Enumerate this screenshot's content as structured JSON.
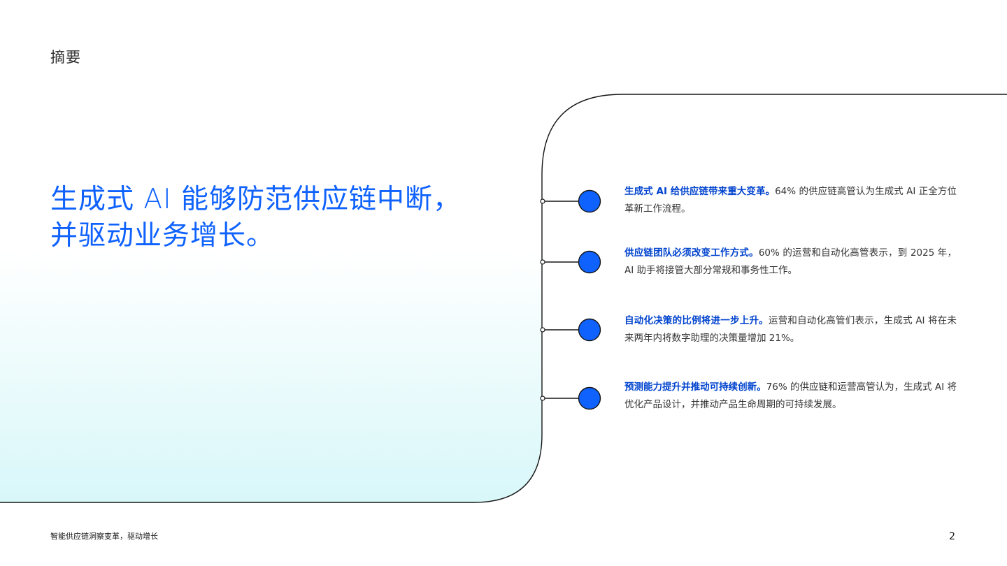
{
  "page": {
    "section_label": "摘要",
    "headline": {
      "line1": "生成式 AI 能够防范供应链中断，",
      "line2": "并驱动业务增长。"
    },
    "findings": [
      {
        "lead": "生成式 AI 给供应链带来重大变革。",
        "body": "64% 的供应链高管认为生成式 AI 正全方位革新工作流程。"
      },
      {
        "lead": "供应链团队必须改变工作方式。",
        "body": "60% 的运营和自动化高管表示，到 2025 年，AI 助手将接管大部分常规和事务性工作。"
      },
      {
        "lead": "自动化决策的比例将进一步上升。",
        "body": "运营和自动化高管们表示，生成式 AI 将在未来两年内将数字助理的决策量增加 21%。"
      },
      {
        "lead": "预测能力提升并推动可持续创新。",
        "body": "76% 的供应链和运营高管认为，生成式 AI 将优化产品设计，并推动产品生命周期的可持续发展。"
      }
    ],
    "footer": {
      "report_title": "智能供应链洞察变革，驱动增长",
      "page_number": "2"
    }
  },
  "colors": {
    "accent_blue": "#0f62fe",
    "lead_blue": "#0043ce",
    "gradient_top": "#ffffff",
    "gradient_bottom": "#d8f7f9",
    "outline": "#161616"
  }
}
